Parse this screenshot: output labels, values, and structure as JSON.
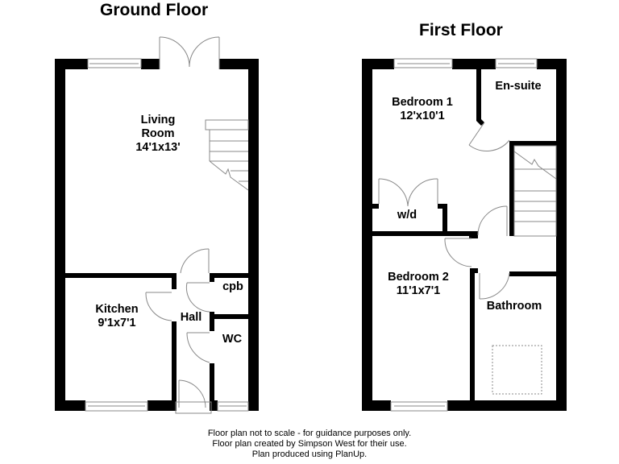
{
  "ground_floor": {
    "title": "Ground Floor",
    "rooms": [
      {
        "name": "Living",
        "name2": "Room",
        "size": "14'1x13'"
      },
      {
        "name": "Kitchen",
        "size": "9'1x7'1"
      },
      {
        "name": "Hall"
      },
      {
        "name": "cpb"
      },
      {
        "name": "WC"
      }
    ]
  },
  "first_floor": {
    "title": "First Floor",
    "rooms": [
      {
        "name": "Bedroom 1",
        "size": "12'x10'1"
      },
      {
        "name": "En-suite"
      },
      {
        "name": "w/d"
      },
      {
        "name": "Bedroom 2",
        "size": "11'1x7'1"
      },
      {
        "name": "Bathroom"
      }
    ]
  },
  "colors": {
    "wall": "#000000",
    "fixture": "#888888",
    "background": "#ffffff"
  },
  "footer": {
    "line1": "Floor plan not to scale - for guidance purposes only.",
    "line2": "Floor plan created by Simpson West for their use.",
    "line3": "Plan produced using PlanUp."
  }
}
